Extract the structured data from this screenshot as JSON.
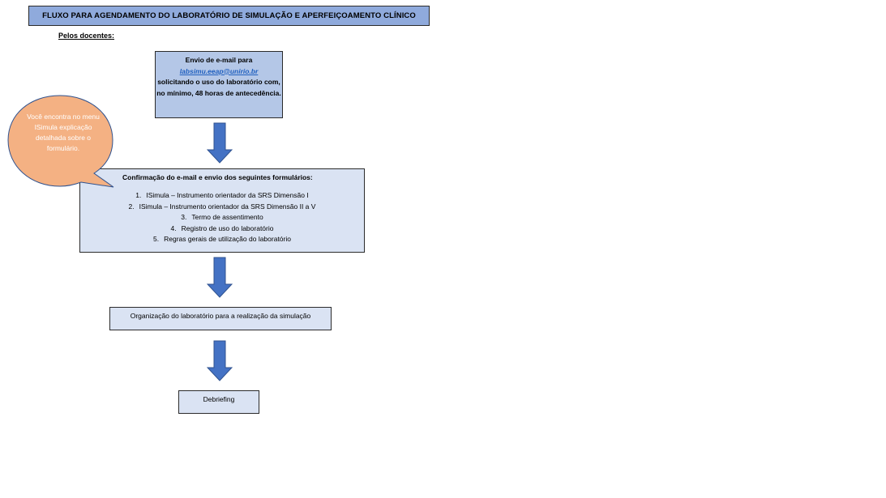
{
  "title": "FLUXO PARA AGENDAMENTO DO LABORATÓRIO DE SIMULAÇÃO E APERFEIÇOAMENTO CLÍNICO",
  "subtitle": "Pelos docentes:",
  "step1": {
    "line1": "Envio de e-mail para",
    "email": "labsimu.eeap@unirio.br",
    "line2": "solicitando o uso do laboratório com, no mínimo, 48 horas de antecedência."
  },
  "step2": {
    "heading": "Confirmação do e-mail e envio dos seguintes formulários:",
    "items": [
      {
        "num": "1.",
        "text": "ISimula – Instrumento orientador da SRS Dimensão I"
      },
      {
        "num": "2.",
        "text": "ISimula – Instrumento orientador da SRS Dimensão II a V"
      },
      {
        "num": "3.",
        "text": "Termo de assentimento"
      },
      {
        "num": "4.",
        "text": "Registro de uso do laboratório"
      },
      {
        "num": "5.",
        "text": "Regras gerais de utilização do laboratório"
      }
    ]
  },
  "step3": "Organização do laboratório para a realização da simulação",
  "step4": "Debriefing",
  "callout": "Você encontra no menu ISimula explicação detalhada sobre o formulário.",
  "colors": {
    "title_fill": "#8faadc",
    "step1_fill": "#b4c7e7",
    "box_fill": "#dae3f3",
    "arrow_fill": "#4472c4",
    "callout_fill": "#f4b183",
    "link": "#1f5fbf"
  }
}
